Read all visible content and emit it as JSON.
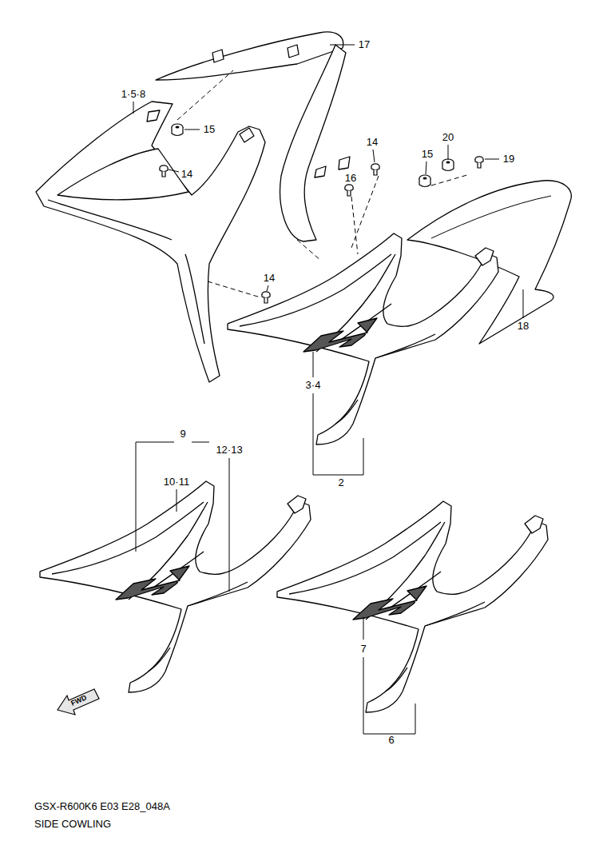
{
  "diagram": {
    "labels": [
      "1·5·8",
      "17",
      "15",
      "14",
      "14",
      "15",
      "20",
      "19",
      "16",
      "14",
      "18",
      "3·4",
      "2",
      "9",
      "12·13",
      "10·11",
      "7",
      "6",
      "FWD",
      "GSX-R600K6 E03 E28_048A",
      "SIDE COWLING"
    ]
  }
}
